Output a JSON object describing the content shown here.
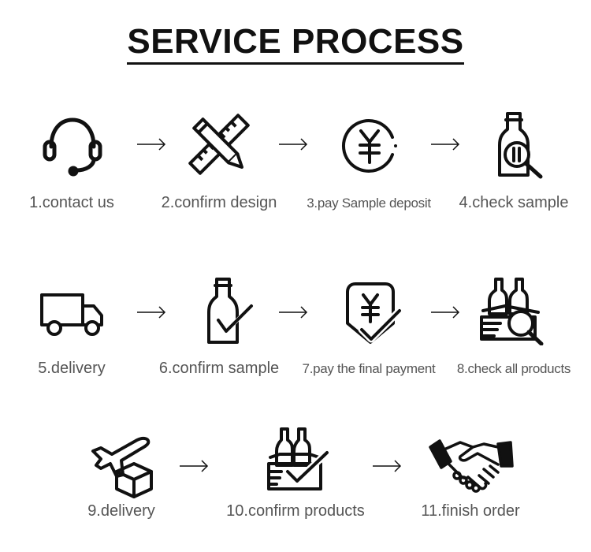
{
  "title": "SERVICE PROCESS",
  "steps": [
    {
      "label": "1.contact us",
      "icon": "headset-icon"
    },
    {
      "label": "2.confirm design",
      "icon": "pencil-ruler-icon"
    },
    {
      "label": "3.pay Sample deposit",
      "icon": "yuan-coin-icon"
    },
    {
      "label": "4.check sample",
      "icon": "bottle-magnifier-icon"
    },
    {
      "label": "5.delivery",
      "icon": "truck-icon"
    },
    {
      "label": "6.confirm sample",
      "icon": "bottle-check-icon"
    },
    {
      "label": "7.pay the final payment",
      "icon": "yuan-shield-check-icon"
    },
    {
      "label": "8.check all products",
      "icon": "bottles-magnifier-icon"
    },
    {
      "label": "9.delivery",
      "icon": "plane-box-icon"
    },
    {
      "label": "10.confirm products",
      "icon": "bottles-box-check-icon"
    },
    {
      "label": "11.finish order",
      "icon": "handshake-icon"
    }
  ]
}
